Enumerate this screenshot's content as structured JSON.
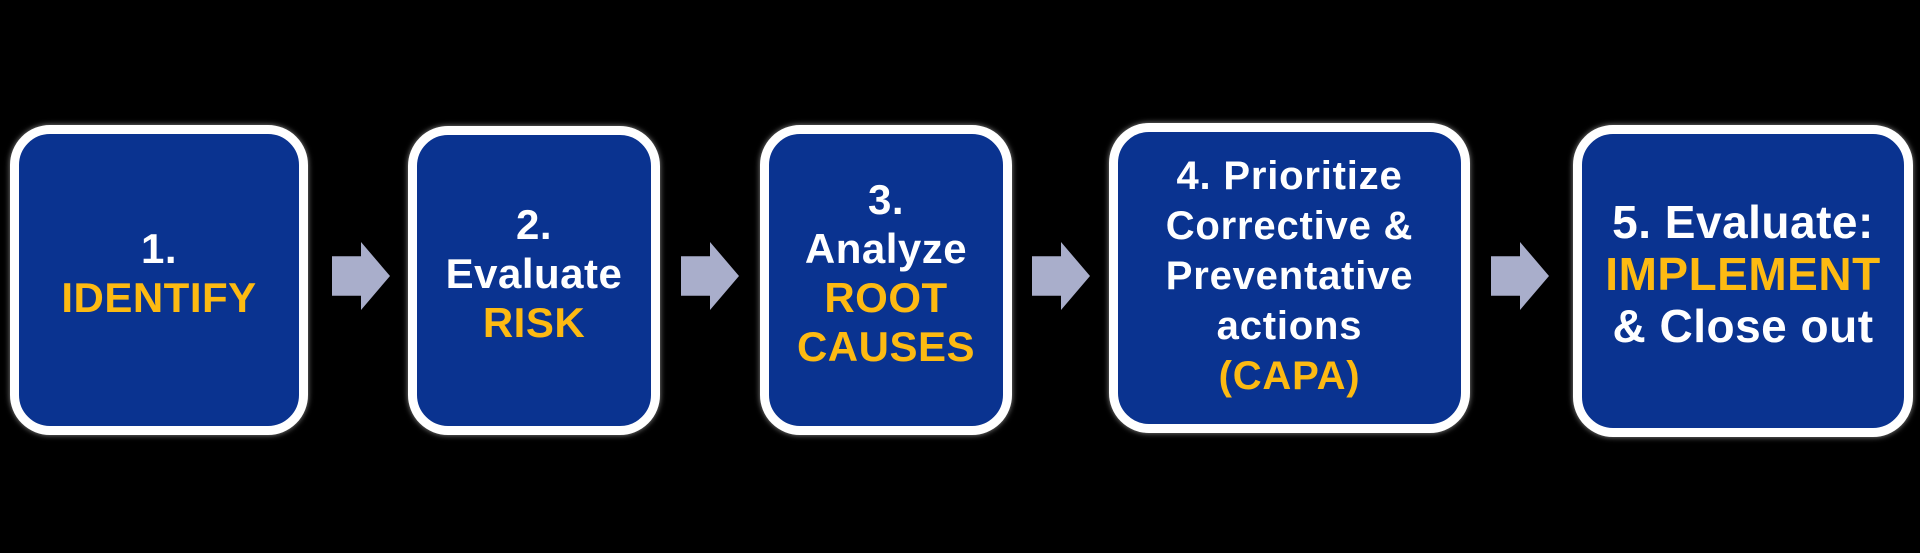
{
  "background_color": "#000000",
  "colors": {
    "box_fill": "#0A3390",
    "box_border": "#FFFFFF",
    "primary_text": "#FFFFFF",
    "accent_text": "#FDBA12",
    "arrow": "#A9AECB"
  },
  "diagram": {
    "type": "process-flow",
    "connector": "right-block-arrow",
    "steps": [
      {
        "number": "1",
        "full_label": "1. IDENTIFY",
        "lines": [
          {
            "text": "1.",
            "color": "white"
          },
          {
            "text": "IDENTIFY",
            "color": "yellow"
          }
        ]
      },
      {
        "number": "2",
        "full_label": "2. Evaluate RISK",
        "lines": [
          {
            "text": "2.",
            "color": "white"
          },
          {
            "text": "Evaluate",
            "color": "white"
          },
          {
            "text": "RISK",
            "color": "yellow"
          }
        ]
      },
      {
        "number": "3",
        "full_label": "3. Analyze ROOT CAUSES",
        "lines": [
          {
            "text": "3.",
            "color": "white"
          },
          {
            "text": "Analyze",
            "color": "white"
          },
          {
            "text": "ROOT",
            "color": "yellow"
          },
          {
            "text": "CAUSES",
            "color": "yellow"
          }
        ]
      },
      {
        "number": "4",
        "full_label": "4. Prioritize Corrective & Preventative actions (CAPA)",
        "lines": [
          {
            "text": "4. Prioritize",
            "color": "white"
          },
          {
            "text": "Corrective &",
            "color": "white"
          },
          {
            "text": "Preventative",
            "color": "white"
          },
          {
            "text": "actions",
            "color": "white"
          },
          {
            "text": "(CAPA)",
            "color": "yellow"
          }
        ]
      },
      {
        "number": "5",
        "full_label": "5. Evaluate: IMPLEMENT & Close out",
        "lines": [
          {
            "text": "5. Evaluate:",
            "color": "white"
          },
          {
            "text": "IMPLEMENT",
            "color": "yellow"
          },
          {
            "text": "& Close out",
            "color": "white"
          }
        ]
      }
    ]
  }
}
